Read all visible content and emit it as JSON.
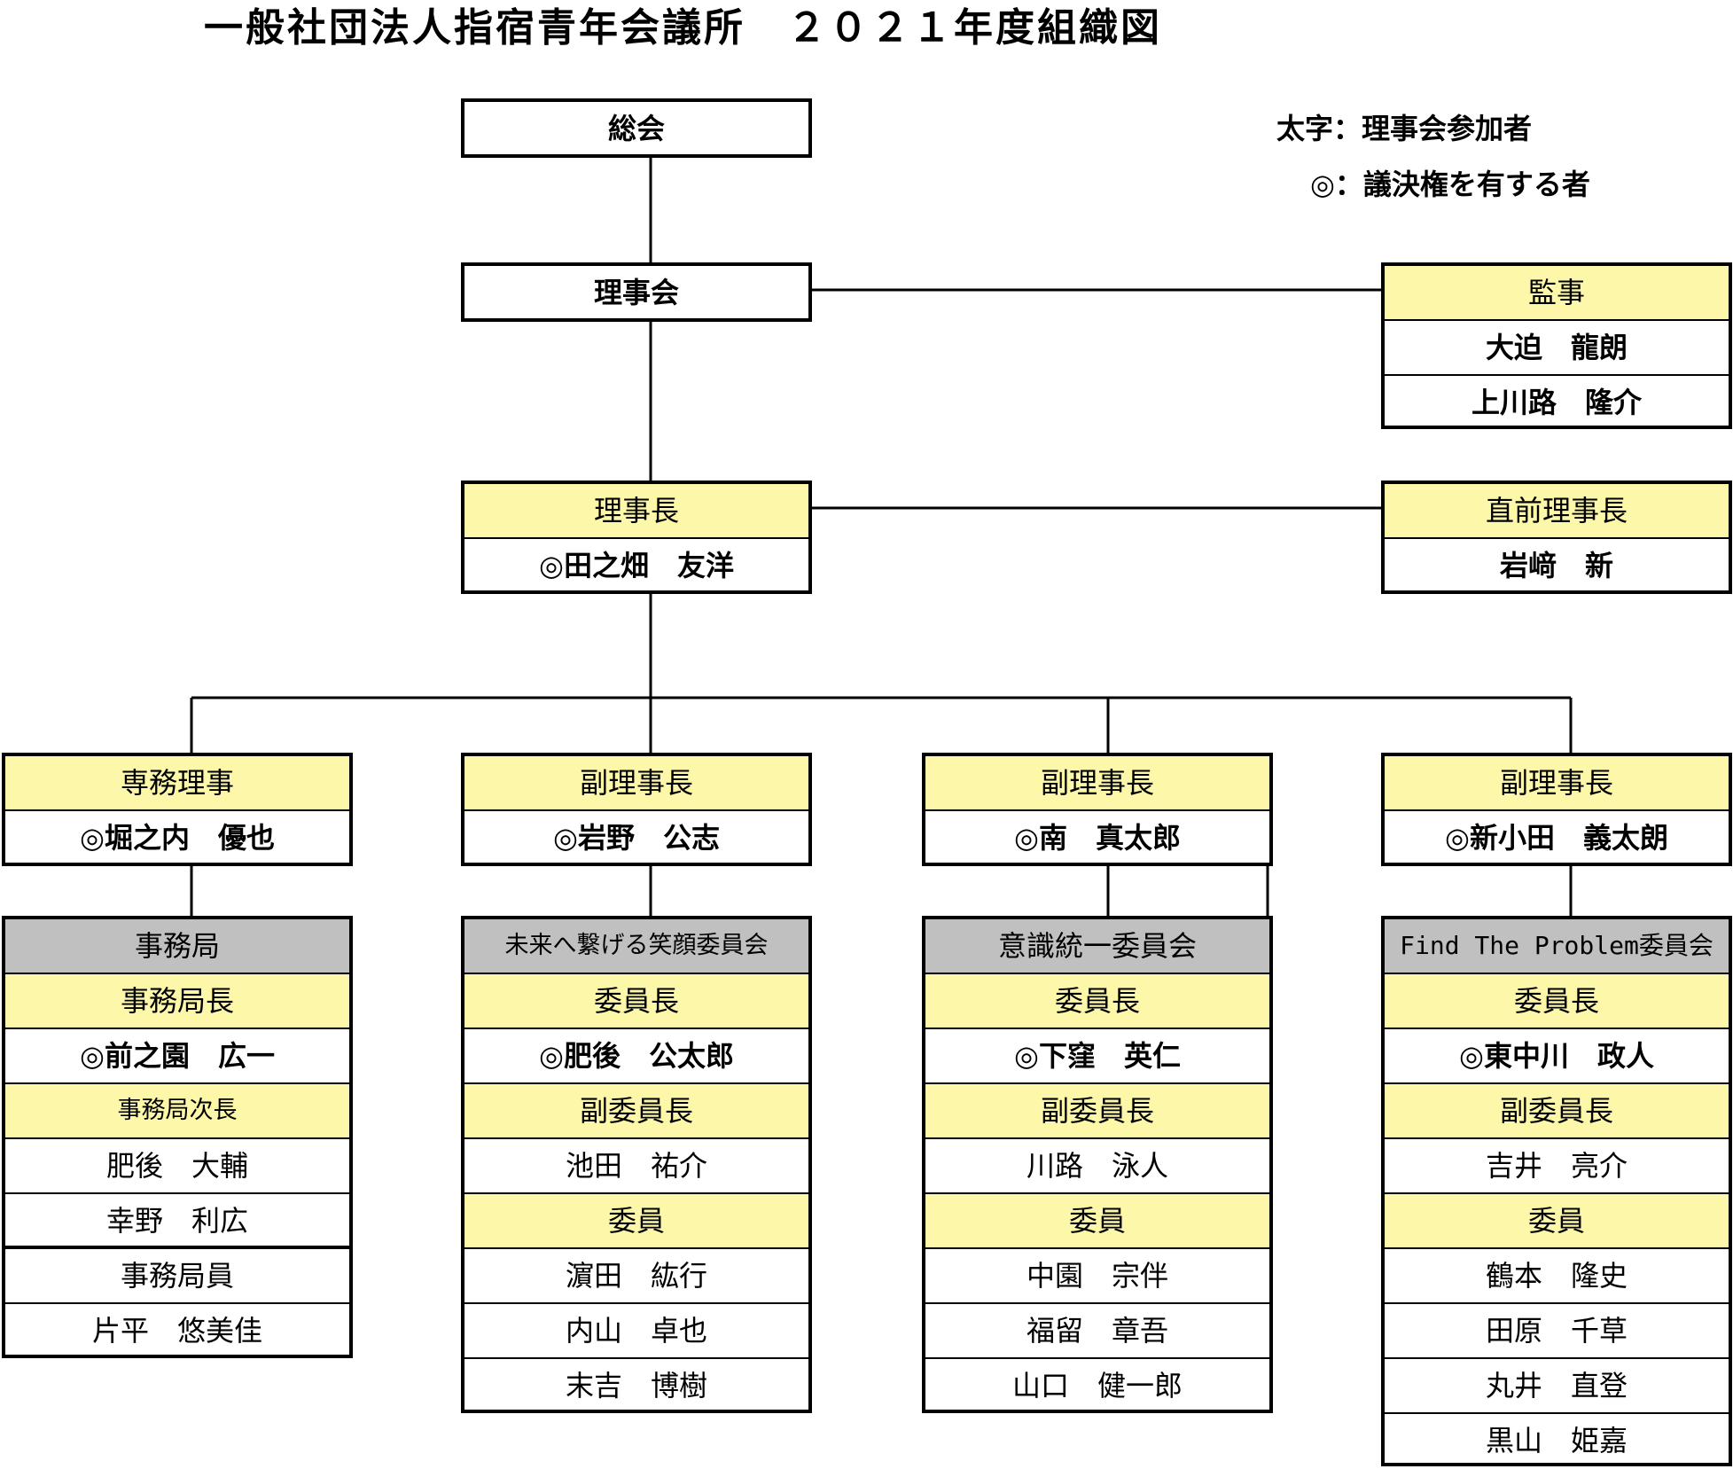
{
  "title": "一般社団法人指宿青年会議所　２０２１年度組織図",
  "legend": {
    "bold": "太字：理事会参加者",
    "vote": "◎：議決権を有する者"
  },
  "colors": {
    "role": "#fdf8a9",
    "committee": "#c0c0c0",
    "line": "#000000"
  },
  "nodes": {
    "general_assembly": "総会",
    "board": "理事会",
    "auditor": {
      "label": "監事",
      "members": [
        "大迫　龍朗",
        "上川路　隆介"
      ]
    },
    "president": {
      "label": "理事長",
      "name": "◎田之畑　友洋"
    },
    "past_president": {
      "label": "直前理事長",
      "name": "岩﨑　新"
    },
    "managing_director": {
      "label": "専務理事",
      "name": "◎堀之内　優也"
    },
    "vp1": {
      "label": "副理事長",
      "name": "◎岩野　公志"
    },
    "vp2": {
      "label": "副理事長",
      "name": "◎南　真太郎"
    },
    "vp3": {
      "label": "副理事長",
      "name": "◎新小田　義太朗"
    }
  },
  "committees": [
    {
      "name": "事務局",
      "rows": [
        {
          "text": "事務局長",
          "role": true
        },
        {
          "text": "◎前之園　広一",
          "bold": true
        },
        {
          "text": "事務局次長",
          "role": true,
          "small": true
        },
        {
          "text": "肥後　大輔"
        },
        {
          "text": "幸野　利広"
        },
        {
          "text": "事務局員"
        },
        {
          "text": "片平　悠美佳"
        }
      ]
    },
    {
      "name": "未来へ繋げる笑顔委員会",
      "rows": [
        {
          "text": "委員長",
          "role": true
        },
        {
          "text": "◎肥後　公太郎",
          "bold": true
        },
        {
          "text": "副委員長",
          "role": true
        },
        {
          "text": "池田　祐介"
        },
        {
          "text": "委員",
          "role": true
        },
        {
          "text": "濵田　紘行"
        },
        {
          "text": "内山　卓也"
        },
        {
          "text": "末吉　博樹"
        }
      ]
    },
    {
      "name": "意識統一委員会",
      "rows": [
        {
          "text": "委員長",
          "role": true
        },
        {
          "text": "◎下窪　英仁",
          "bold": true
        },
        {
          "text": "副委員長",
          "role": true
        },
        {
          "text": "川路　泳人"
        },
        {
          "text": "委員",
          "role": true
        },
        {
          "text": "中園　宗伴"
        },
        {
          "text": "福留　章吾"
        },
        {
          "text": "山口　健一郎"
        }
      ]
    },
    {
      "name": "Find The Problem委員会",
      "rows": [
        {
          "text": "委員長",
          "role": true
        },
        {
          "text": "◎東中川　政人",
          "bold": true
        },
        {
          "text": "副委員長",
          "role": true
        },
        {
          "text": "吉井　亮介"
        },
        {
          "text": "委員",
          "role": true
        },
        {
          "text": "鶴本　隆史"
        },
        {
          "text": "田原　千草"
        },
        {
          "text": "丸井　直登"
        },
        {
          "text": "黒山　姫嘉"
        }
      ]
    }
  ]
}
